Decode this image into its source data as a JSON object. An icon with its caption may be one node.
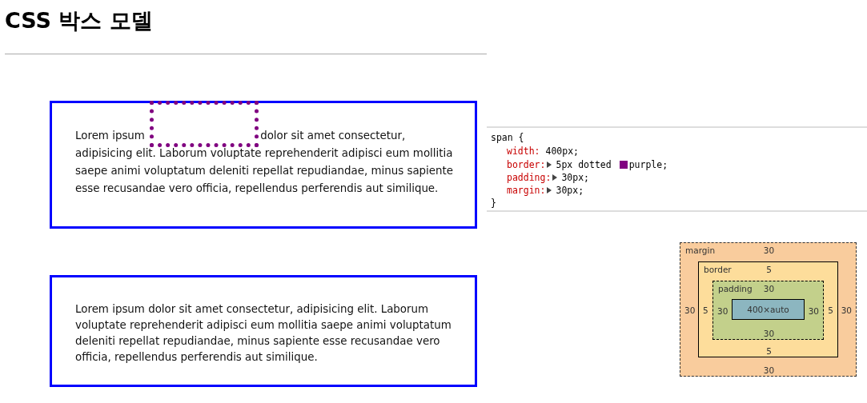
{
  "diagram": {
    "title": "CSS 박스 모델",
    "nodes": [
      {
        "text": [
          "Lorem ipsum dolor sit amet consectetur, adipisicing elit. Laborum voluptate reprehenderit adipisci eum mollitia saepe animi voluptatum deleniti repellat repudiandae, minus sapiente esse recusandae vero officia, repellendus perferendis aut similique."
        ]
      },
      {
        "text": [],
        "shape": "box",
        "in": 0
      },
      {
        "text": [
          "Lorem ipsum dolor sit amet consectetur, adipisicing elit. Laborum voluptate reprehenderit adipisci eum mollitia saepe animi voluptatum deleniti repellat repudiandae, minus sapiente esse recusandae vero officia, repellendus perferendis aut similique."
        ]
      },
      {
        "text": [
          "margin",
          "30",
          "30",
          "30",
          "30"
        ]
      },
      {
        "text": [
          "border",
          "5",
          "5",
          "5",
          "5"
        ],
        "in": 3
      },
      {
        "text": [
          "padding",
          "30",
          "30",
          "30",
          "30"
        ],
        "in": 4
      },
      {
        "text": [
          "400×auto"
        ],
        "in": 5
      }
    ],
    "edges": [],
    "labels": [
      "span {",
      "width: 400px;",
      "border: 5px dotted purple;",
      "padding: 30px;",
      "margin: 30px;",
      "}"
    ]
  }
}
